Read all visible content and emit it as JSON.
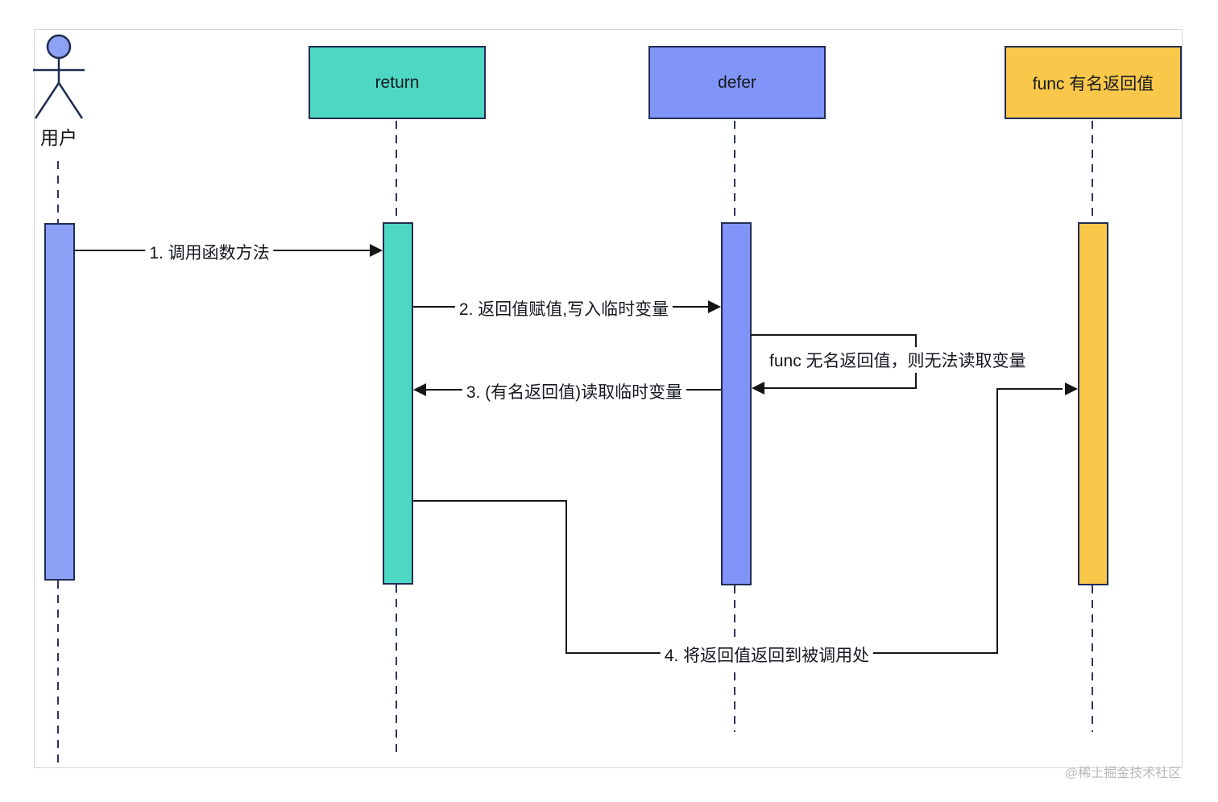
{
  "actor": {
    "label": "用户"
  },
  "participants": [
    {
      "label": "return",
      "color": "#4ed8c3"
    },
    {
      "label": "defer",
      "color": "#8095f7"
    },
    {
      "label": "func 有名返回值",
      "color": "#f9c84a"
    }
  ],
  "messages": [
    {
      "label": "1. 调用函数方法",
      "from": "用户",
      "to": "return"
    },
    {
      "label": "2. 返回值赋值,写入临时变量",
      "from": "return",
      "to": "defer"
    },
    {
      "label": "3. (有名返回值)读取临时变量",
      "from": "defer",
      "to": "return"
    },
    {
      "label": "4. 将返回值返回到被调用处",
      "from": "return",
      "to": "func 有名返回值"
    }
  ],
  "note": {
    "label": "func 无名返回值，则无法读取变量"
  },
  "watermark": {
    "label": "@稀土掘金技术社区"
  },
  "colors": {
    "teal": "#4ed8c3",
    "periwinkle": "#8095f7",
    "yellow": "#f9c84a",
    "shape_stroke": "#222c54",
    "message_line": "#161616",
    "lifeline": "#2b3560",
    "frame_border": "#d6d6d6",
    "watermark_text": "#b9b9b9"
  }
}
